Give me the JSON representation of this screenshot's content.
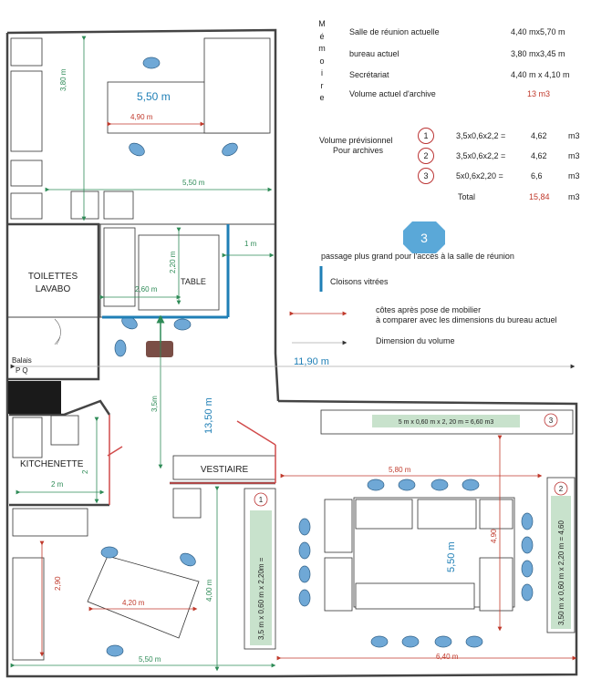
{
  "memo": {
    "title_letters": [
      "M",
      "é",
      "m",
      "o",
      "i",
      "r",
      "e"
    ],
    "rows": [
      {
        "label": "Salle de réunion actuelle",
        "value": "4,40 mx5,70 m"
      },
      {
        "label": "bureau actuel",
        "value": "3,80 mx3,45 m"
      },
      {
        "label": "Secrétariat",
        "value": "4,40 m x 4,10 m"
      },
      {
        "label": "Volume actuel d'archive",
        "value": "13 m3"
      }
    ]
  },
  "archives": {
    "label_line1": "Volume prévisionnel",
    "label_line2": "Pour archives",
    "items": [
      {
        "num": "1",
        "formula": "3,5x0,6x2,2 =",
        "value": "4,62",
        "unit": "m3"
      },
      {
        "num": "2",
        "formula": "3,5x0,6x2,2 =",
        "value": "4,62",
        "unit": "m3"
      },
      {
        "num": "3",
        "formula": "5x0,6x2,20 =",
        "value": "6,6",
        "unit": "m3"
      }
    ],
    "total_label": "Total",
    "total_value": "15,84",
    "total_unit": "m3"
  },
  "legend": {
    "octagon_num": "3",
    "passage": "passage plus grand pour l'accès à la salle de réunion",
    "cloisons": "Cloisons vitrées",
    "cotes_line1": "côtes après pose de mobilier",
    "cotes_line2": "à comparer avec les dimensions du bureau actuel",
    "dimension_volume": "Dimension du volume"
  },
  "colors": {
    "blue_accent": "#1f7fb6",
    "red_dim": "#c0392b",
    "green_dim": "#2e8b57",
    "furniture_green": "#c8e2cc",
    "chair_blue": "#6fa8d6",
    "wall": "#444444"
  },
  "plan": {
    "top_room_dim_h": "3,80 m",
    "top_room_area": "5,50 m",
    "top_room_width": "4,90 m",
    "top_room_bottom": "5,50 m",
    "toilettes_line1": "TOILETTES",
    "toilettes_line2": "LAVABO",
    "table_label": "TABLE",
    "table_h": "2,20 m",
    "table_w": "2,60 m",
    "one_m": "1 m",
    "balais_line1": "Balais",
    "balais_line2": "P Q",
    "overall_width": "11,90 m",
    "corridor_len": "3,5m",
    "corridor_total": "13,50 m",
    "kitchenette": "KITCHENETTE",
    "kitchen_w": "2 m",
    "kitchen_h": "2",
    "vestiaire": "VESTIAIRE",
    "storage3_label": "5 m x 0,60 m x  2, 20 m = 6,60 m3",
    "storage3_num": "3",
    "storage1_num": "1",
    "storage1_label": "3,5 m x 0,60 m x 2,20m =",
    "storage2_num": "2",
    "storage2_label": "3,50 m x 0,60 m x 2,20 m = 4,60",
    "meeting_width": "5,80 m",
    "meeting_depth": "5,50 m",
    "meeting_table_depth": "4,90",
    "meeting_bottom": "6,40 m",
    "office_h": "2,90",
    "office_table": "4,20 m",
    "office_depth": "4,00 m",
    "office_bottom": "5,50 m"
  }
}
